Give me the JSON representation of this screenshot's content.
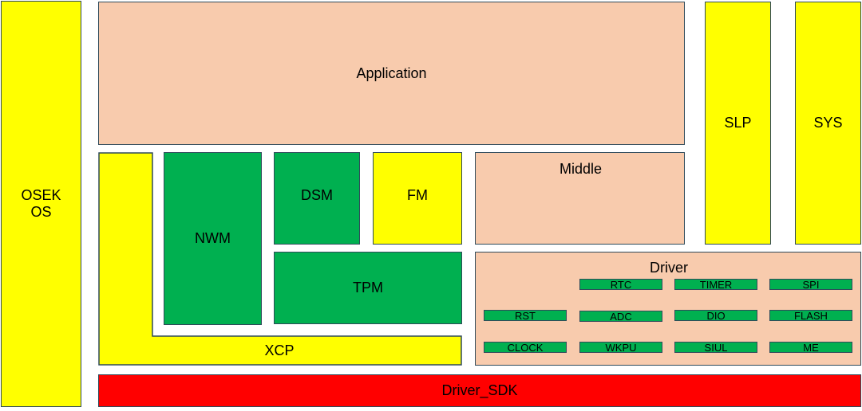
{
  "blocks": {
    "osek": [
      "OSEK",
      "OS"
    ],
    "application": "Application",
    "slp": "SLP",
    "sys": "SYS",
    "nwm": "NWM",
    "dsm": "DSM",
    "fm": "FM",
    "middle": "Middle",
    "tpm": "TPM",
    "xcp": "XCP",
    "driver": "Driver",
    "driver_sdk": "Driver_SDK"
  },
  "driver_modules": [
    "RTC",
    "TIMER",
    "SPI",
    "RST",
    "ADC",
    "DIO",
    "FLASH",
    "CLOCK",
    "WKPU",
    "SIUL",
    "ME"
  ],
  "colors": {
    "yellow": "#ffff00",
    "peach": "#f8cbad",
    "green": "#00b050",
    "red": "#ff0000",
    "border": "#2f4a5a"
  }
}
